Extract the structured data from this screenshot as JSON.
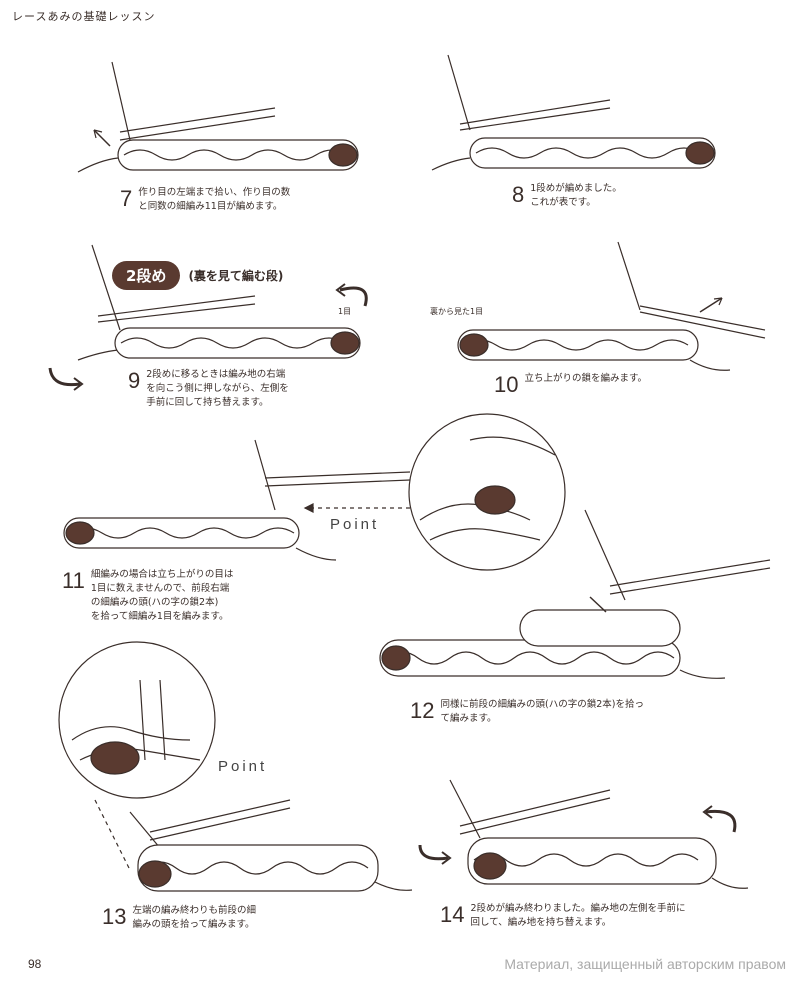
{
  "header": {
    "title": "レースあみの基礎レッスン"
  },
  "row_heading": {
    "label": "2段め",
    "sub": "(裏を見て編む段)"
  },
  "labels": {
    "label_1me": "1目",
    "label_back": "裏から見た1目"
  },
  "point_text": "Point",
  "steps": [
    {
      "num": "7",
      "text": "作り目の左端まで拾い、作り目の数\nと同数の細編み11目が編めます。"
    },
    {
      "num": "8",
      "text": "1段めが編めました。\nこれが表です。"
    },
    {
      "num": "9",
      "text": "2段めに移るときは編み地の右端\nを向こう側に押しながら、左側を\n手前に回して持ち替えます。"
    },
    {
      "num": "10",
      "text": "立ち上がりの鎖を編みます。"
    },
    {
      "num": "11",
      "text": "細編みの場合は立ち上がりの目は\n1目に数えませんので、前段右端\nの細編みの頭(ハの字の鎖2本)\nを拾って細編み1目を編みます。"
    },
    {
      "num": "12",
      "text": "同様に前段の細編みの頭(ハの字の鎖2本)を拾っ\nて編みます。"
    },
    {
      "num": "13",
      "text": "左端の編み終わりも前段の細\n編みの頭を拾って編みます。"
    },
    {
      "num": "14",
      "text": "2段めが編み終わりました。編み地の左側を手前に\n回して、編み地を持ち替えます。"
    }
  ],
  "footer": {
    "page_number": "98",
    "watermark": "Материал, защищенный авторским правом"
  }
}
